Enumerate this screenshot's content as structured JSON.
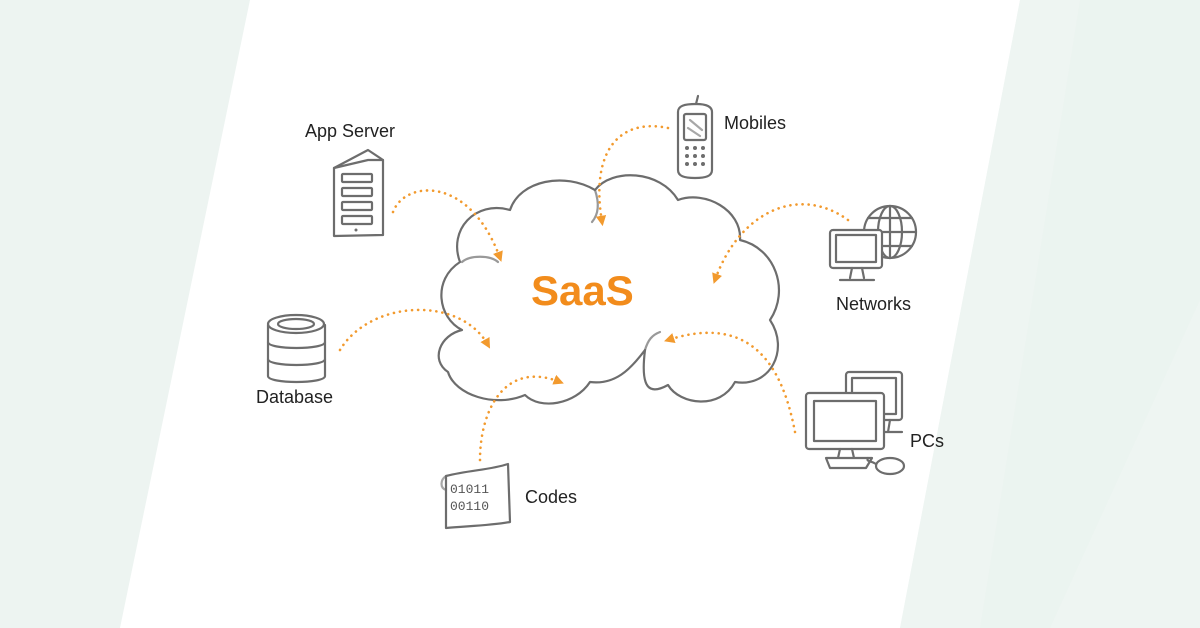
{
  "diagram": {
    "center": {
      "label": "SaaS",
      "color": "#f28c1c"
    },
    "nodes": [
      {
        "id": "app-server",
        "label": "App Server",
        "icon": "server-icon"
      },
      {
        "id": "mobiles",
        "label": "Mobiles",
        "icon": "mobile-phone-icon"
      },
      {
        "id": "networks",
        "label": "Networks",
        "icon": "globe-monitor-icon"
      },
      {
        "id": "database",
        "label": "Database",
        "icon": "database-icon"
      },
      {
        "id": "pcs",
        "label": "PCs",
        "icon": "desktop-computer-icon"
      },
      {
        "id": "codes",
        "label": "Codes",
        "icon": "binary-code-icon",
        "digits": [
          "01011",
          "00110"
        ]
      }
    ],
    "edges": [
      {
        "from": "app-server",
        "to": "saas"
      },
      {
        "from": "mobiles",
        "to": "saas"
      },
      {
        "from": "networks",
        "to": "saas"
      },
      {
        "from": "database",
        "to": "saas"
      },
      {
        "from": "pcs",
        "to": "saas"
      },
      {
        "from": "codes",
        "to": "saas"
      }
    ]
  },
  "colors": {
    "arrow": "#f29a2e",
    "sketch": "#6d6d6d",
    "background": "#f4f7f6"
  }
}
